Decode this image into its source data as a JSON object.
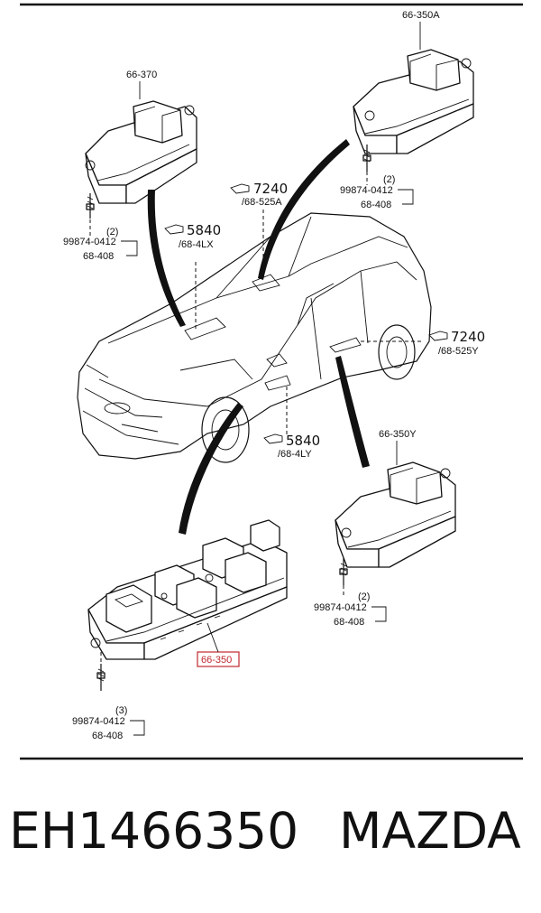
{
  "parts": {
    "top_left_switch": {
      "part_no": "66-370",
      "bolt_no": "99874-0412",
      "qty": "(2)",
      "ref": "68-408"
    },
    "top_right_switch": {
      "part_no": "66-350A",
      "bolt_no": "99874-0412",
      "qty": "(2)",
      "ref": "68-408"
    },
    "right_switch": {
      "part_no": "66-350Y",
      "bolt_no": "99874-0412",
      "qty": "(2)",
      "ref": "68-408"
    },
    "main_switch": {
      "part_no": "66-350",
      "bolt_no": "99874-0412",
      "qty": "(3)",
      "ref": "68-408",
      "highlight_color": "#c0282f"
    }
  },
  "refs": {
    "roof_7240": {
      "num": "7240",
      "page": "/68-525A"
    },
    "left_5840": {
      "num": "5840",
      "page": "/68-4LX"
    },
    "right_7240": {
      "num": "7240",
      "page": "/68-525Y"
    },
    "lower_5840": {
      "num": "5840",
      "page": "/68-4LY"
    }
  },
  "footer": {
    "part_code": "EH1466350",
    "brand": "MAZDA"
  }
}
